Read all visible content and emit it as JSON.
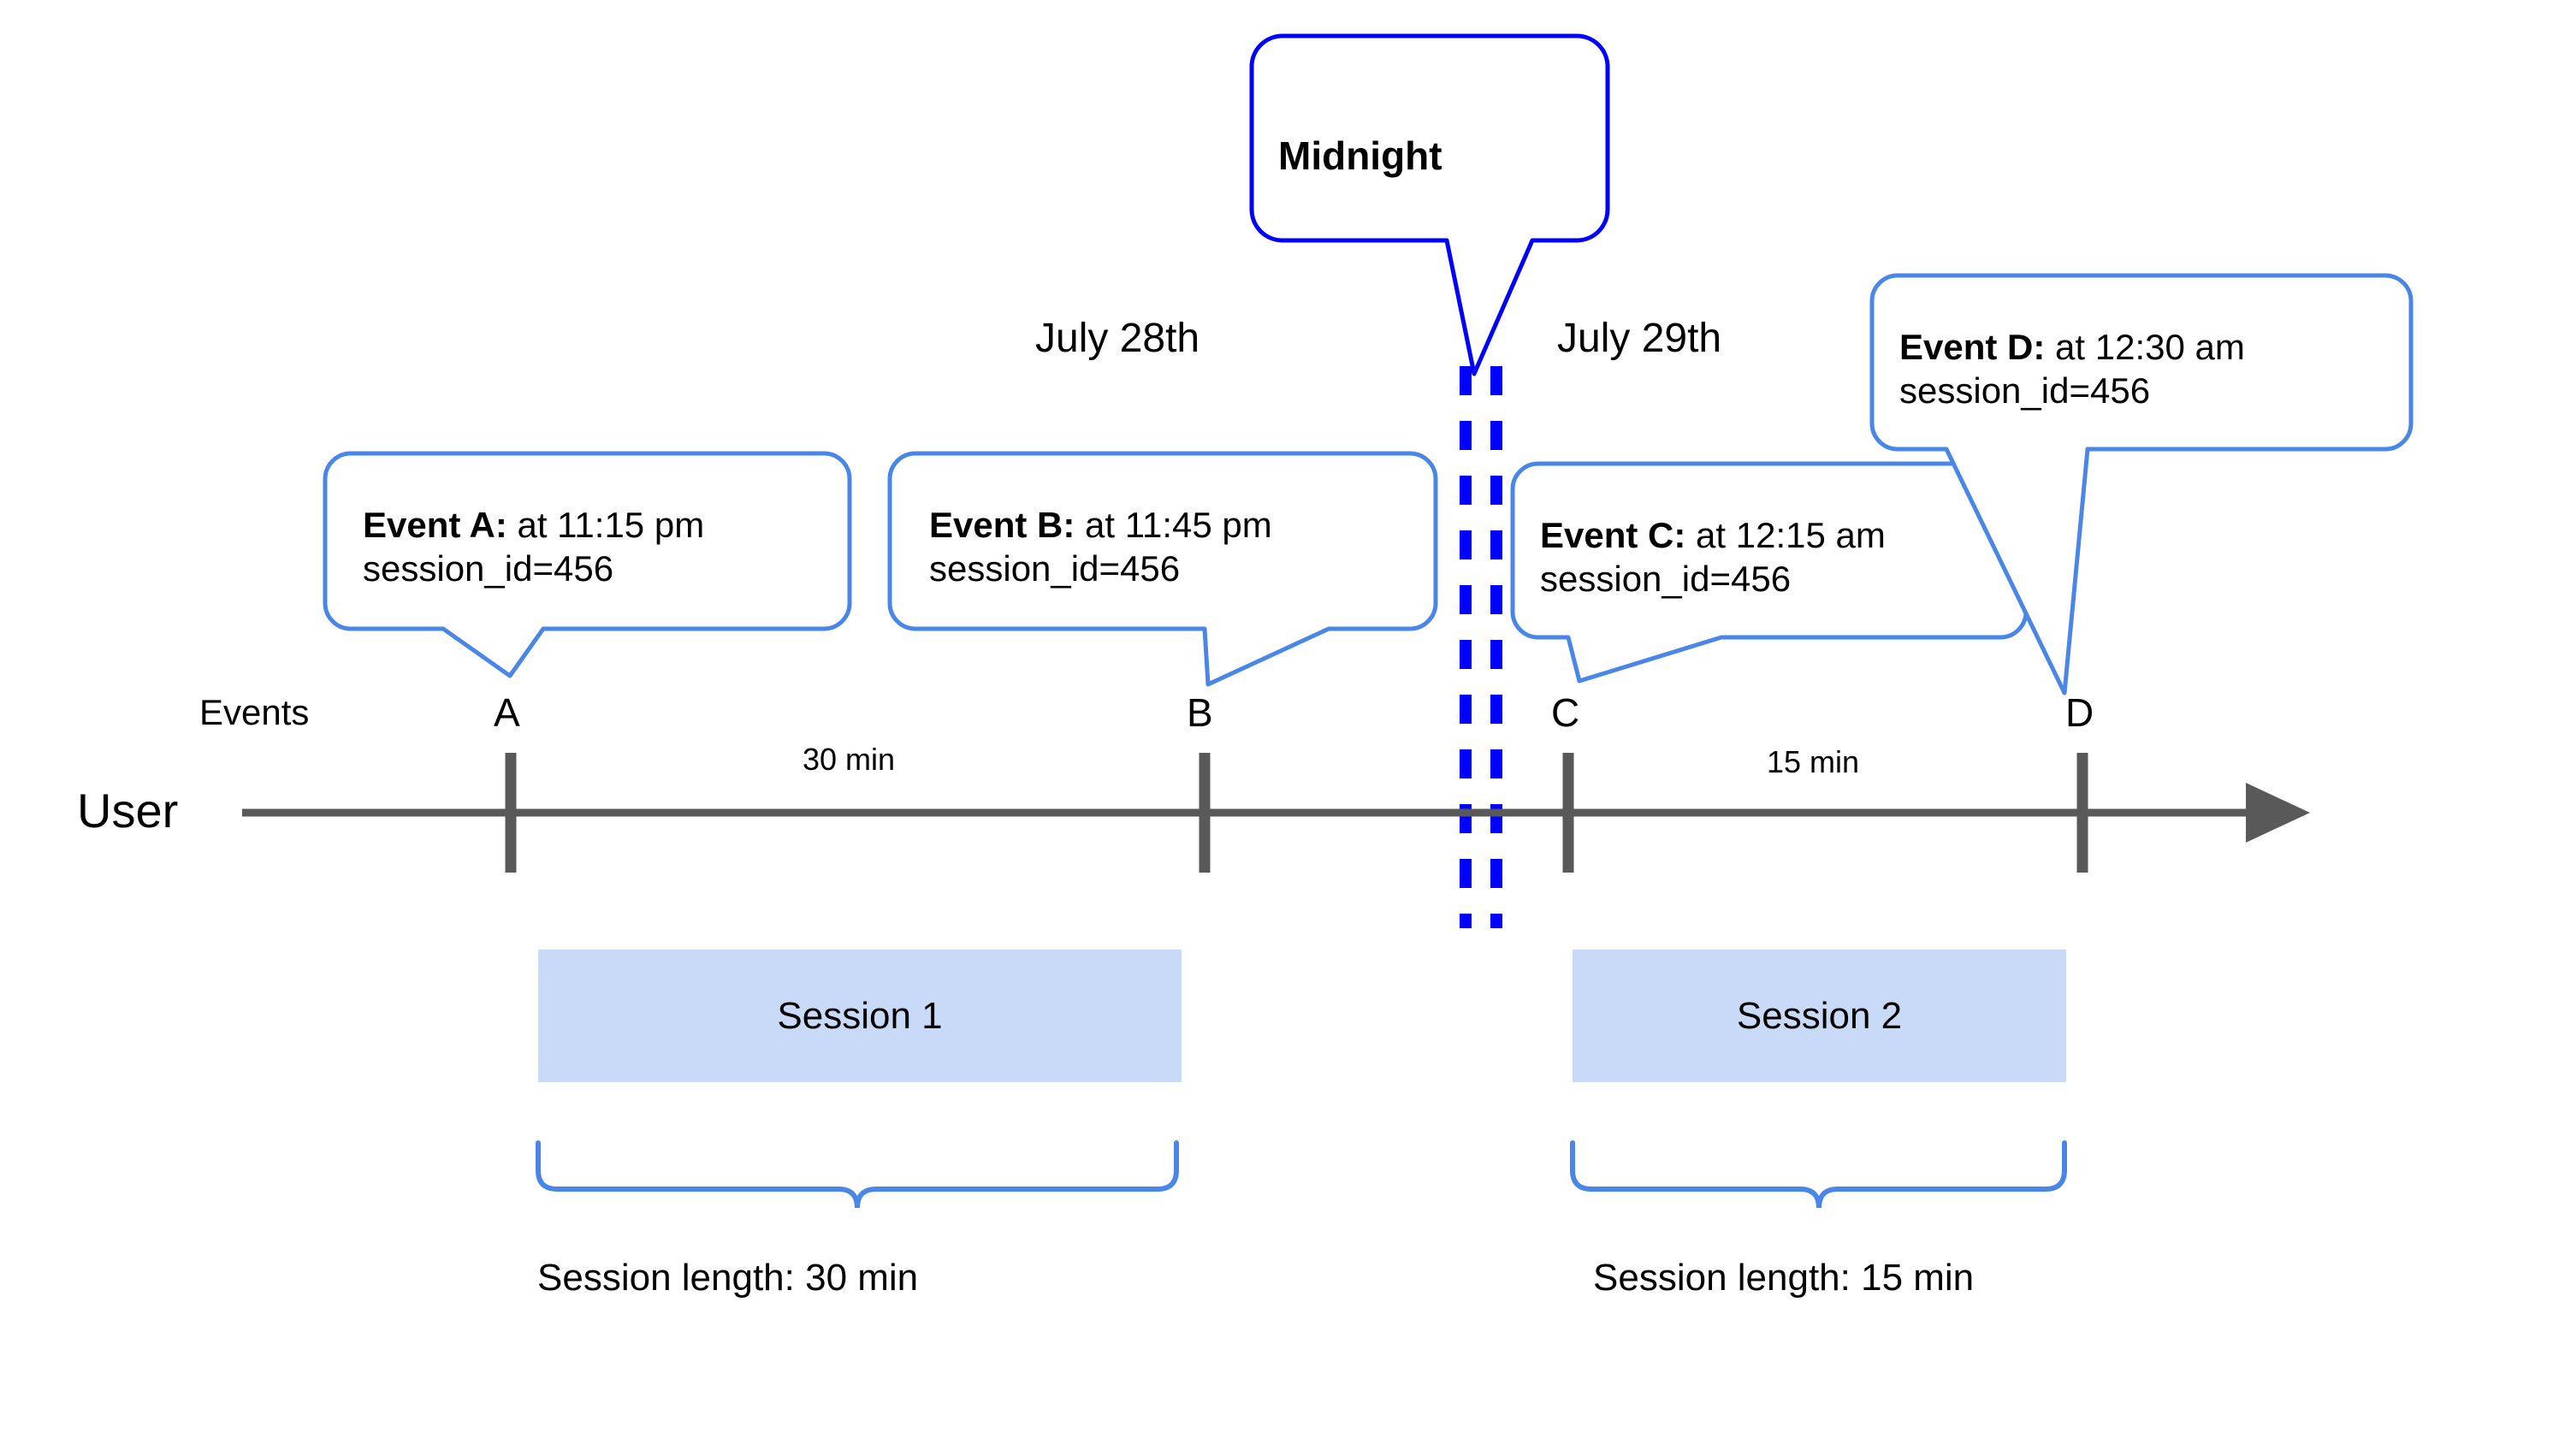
{
  "diagram": {
    "title": "User session timeline across midnight",
    "colors": {
      "callout_border": "#4a86e8",
      "midnight_border": "#0000ff",
      "midnight_dash": "#0000ff",
      "session_fill": "#c9daf8",
      "brace": "#4a86e8",
      "axis": "#595959",
      "text": "#000000",
      "background": "#ffffff"
    },
    "midnight_callout": {
      "label": "Midnight"
    },
    "date_labels": [
      {
        "text": "July 28th"
      },
      {
        "text": "July 29th"
      }
    ],
    "axis": {
      "row_label": "User",
      "events_label": "Events"
    },
    "events": [
      {
        "marker": "A",
        "title": "Event A:",
        "time": " at 11:15 pm",
        "session_id": "session_id=456"
      },
      {
        "marker": "B",
        "title": "Event B:",
        "time": " at 11:45 pm",
        "session_id": "session_id=456"
      },
      {
        "marker": "C",
        "title": "Event C:",
        "time": " at 12:15 am",
        "session_id": "session_id=456"
      },
      {
        "marker": "D",
        "title": "Event D:",
        "time": " at 12:30 am",
        "session_id": "session_id=456"
      }
    ],
    "intervals": [
      {
        "label": "30 min"
      },
      {
        "label": "15 min"
      }
    ],
    "sessions": [
      {
        "bar_label": "Session 1",
        "length_label": "Session length: 30 min"
      },
      {
        "bar_label": "Session 2",
        "length_label": "Session length: 15 min"
      }
    ]
  }
}
